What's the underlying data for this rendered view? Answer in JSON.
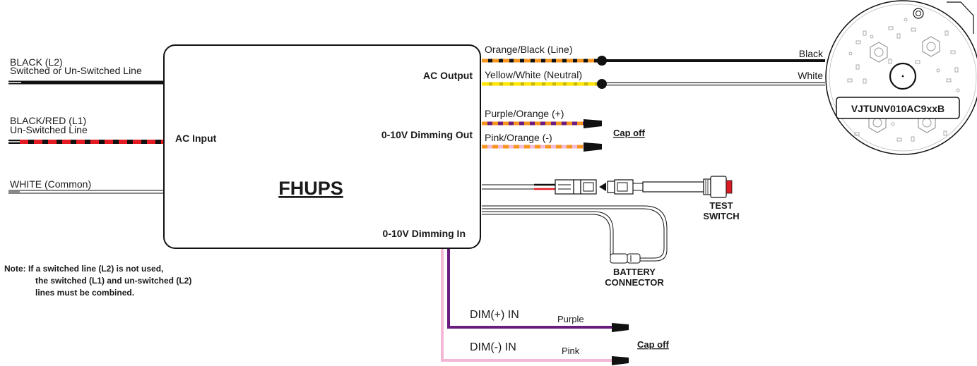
{
  "box": {
    "title": "FHUPS",
    "ac_input": "AC Input",
    "ac_output": "AC Output",
    "dim_out": "0-10V Dimming Out",
    "dim_in": "0-10V Dimming In"
  },
  "left_wires": {
    "l2_title": "BLACK (L2)",
    "l2_sub": "Switched or Un-Switched Line",
    "l1_title": "BLACK/RED (L1)",
    "l1_sub": "Un-Switched Line",
    "common": "WHITE (Common)"
  },
  "right_wires": {
    "line": "Orange/Black (Line)",
    "neutral": "Yellow/White (Neutral)",
    "dim_plus": "Purple/Orange (+)",
    "dim_minus": "Pink/Orange (-)",
    "cap_off": "Cap off",
    "black": "Black",
    "white": "White"
  },
  "fixture": {
    "model": "VJTUNV010AC9xxB"
  },
  "test_switch": {
    "line1": "TEST",
    "line2": "SWITCH"
  },
  "battery": {
    "line1": "BATTERY",
    "line2": "CONNECTOR"
  },
  "dim_in_wires": {
    "plus_label": "DIM(+) IN",
    "plus_color": "Purple",
    "minus_label": "DIM(-) IN",
    "minus_color": "Pink",
    "cap_off": "Cap off"
  },
  "note": {
    "line1": "Note: If a switched line (L2) is not used,",
    "line2": "the switched (L1) and un-switched (L2)",
    "line3": "lines must be combined."
  },
  "colors": {
    "black": "#111111",
    "red": "#e31b23",
    "orange": "#f7941d",
    "yellow": "#ffe600",
    "purple": "#6b1d7f",
    "pink": "#f2b8d6",
    "switch_red": "#d91c24"
  }
}
